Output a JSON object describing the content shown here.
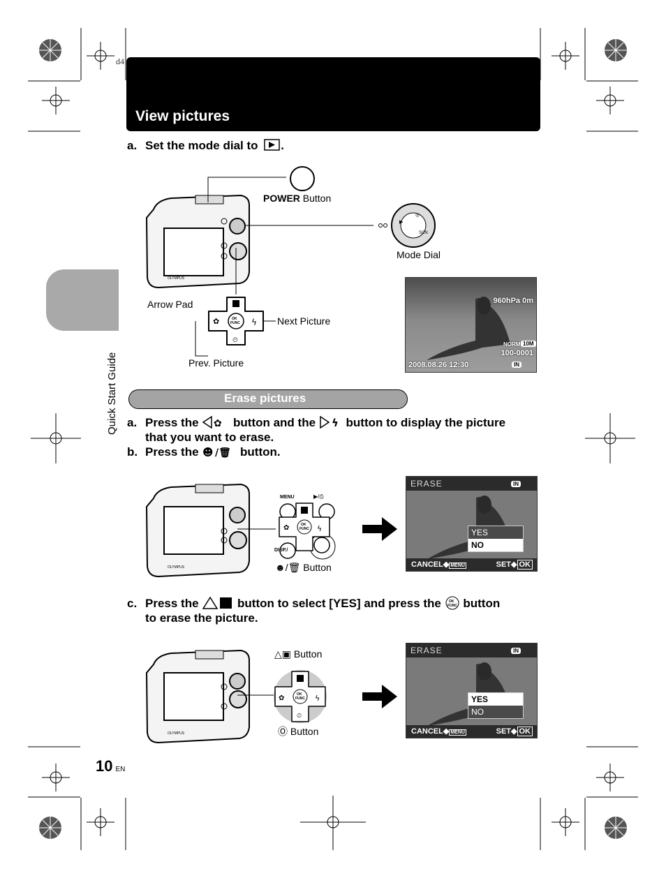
{
  "code": "d4",
  "header": {
    "title": "View pictures"
  },
  "sidebar": {
    "label": "Quick Start Guide"
  },
  "view": {
    "step_a": "a.",
    "step_a_text": "Set the mode dial to",
    "power_button_prefix": "POWER",
    "power_button_suffix": "Button",
    "mode_dial": "Mode Dial",
    "arrow_pad": "Arrow Pad",
    "next_picture": "Next Picture",
    "prev_picture": "Prev. Picture",
    "screen": {
      "pressure": "960hPa  0m",
      "mode": "NORM",
      "size": "10M",
      "file": "100-0001",
      "datetime": "2008.08.26  12:30",
      "mem": "IN"
    }
  },
  "erase": {
    "section_title": "Erase pictures",
    "step_a": "a.",
    "step_a_part1": "Press the",
    "step_a_part2": "button and the",
    "step_a_part3": "button to display the picture",
    "step_a_line2": "that you want to erase.",
    "step_b": "b.",
    "step_b_part1": "Press the",
    "step_b_part2": "button.",
    "menu_label": "MENU",
    "disp_label": "DISP./",
    "erase_button_suffix": "Button",
    "screen1": {
      "title": "ERASE",
      "mem": "IN",
      "options": [
        "YES",
        "NO"
      ],
      "cancel": "CANCEL",
      "cancel_key": "MENU",
      "set": "SET",
      "set_key": "OK"
    },
    "step_c": "c.",
    "step_c_part1": "Press the",
    "step_c_part2": "button to select [YES] and press the",
    "step_c_part3": "button",
    "step_c_line2": "to erase the picture.",
    "up_button_suffix": "Button",
    "ok_button_suffix": "Button",
    "screen2": {
      "title": "ERASE",
      "mem": "IN",
      "options": [
        "YES",
        "NO"
      ],
      "cancel": "CANCEL",
      "cancel_key": "MENU",
      "set": "SET",
      "set_key": "OK"
    }
  },
  "page": {
    "number": "10",
    "lang": "EN"
  }
}
